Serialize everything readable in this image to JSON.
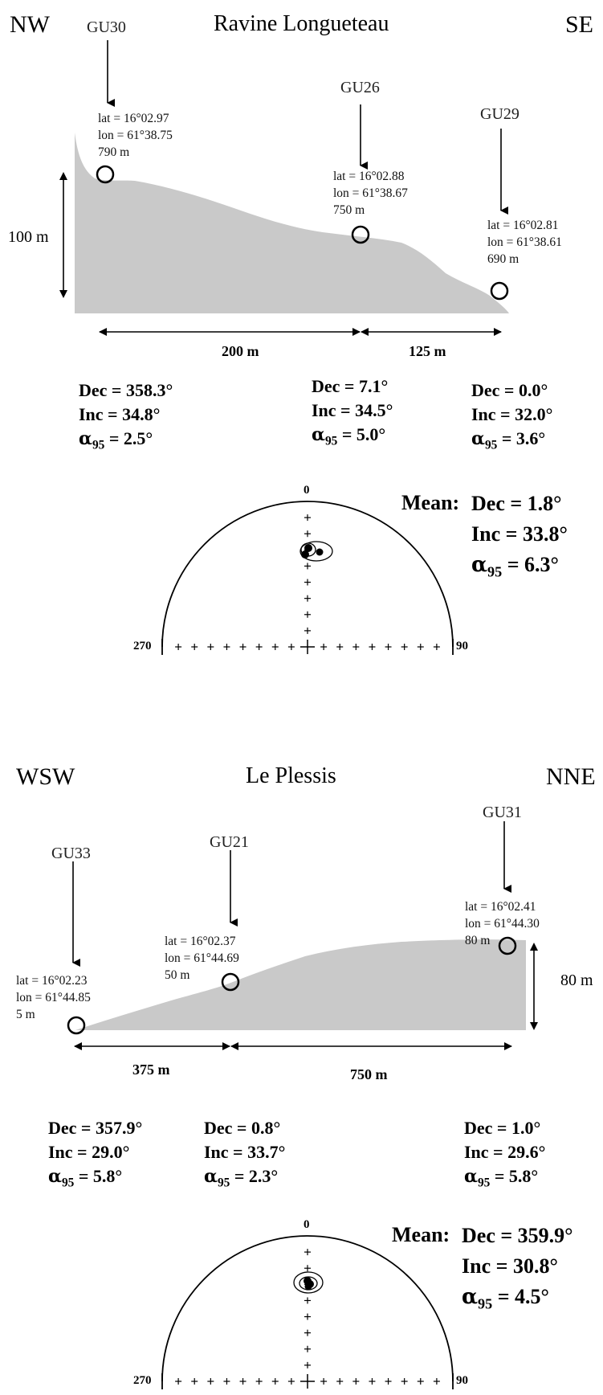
{
  "sections": [
    {
      "title": "Ravine Longueteau",
      "left_dir": "NW",
      "right_dir": "SE",
      "height_label": "100 m",
      "distances": [
        "200 m",
        "125 m"
      ],
      "sites": [
        {
          "id": "GU30",
          "lat": "lat = 16°02.97",
          "lon": "lon = 61°38.75",
          "elev": "790 m",
          "dec": "358.3°",
          "inc": "34.8°",
          "a95": "2.5°"
        },
        {
          "id": "GU26",
          "lat": "lat = 16°02.88",
          "lon": "lon = 61°38.67",
          "elev": "750 m",
          "dec": "7.1°",
          "inc": "34.5°",
          "a95": "5.0°"
        },
        {
          "id": "GU29",
          "lat": "lat = 16°02.81",
          "lon": "lon = 61°38.61",
          "elev": "690 m",
          "dec": "0.0°",
          "inc": "32.0°",
          "a95": "3.6°"
        }
      ],
      "mean": {
        "label": "Mean:",
        "dec": "1.8°",
        "inc": "33.8°",
        "a95": "6.3°"
      },
      "stereo": {
        "north": "0",
        "west": "270",
        "east": "90"
      }
    },
    {
      "title": "Le Plessis",
      "left_dir": "WSW",
      "right_dir": "NNE",
      "height_label": "80 m",
      "distances": [
        "375 m",
        "750 m"
      ],
      "sites": [
        {
          "id": "GU33",
          "lat": "lat = 16°02.23",
          "lon": "lon = 61°44.85",
          "elev": "5 m",
          "dec": "357.9°",
          "inc": "29.0°",
          "a95": "5.8°"
        },
        {
          "id": "GU21",
          "lat": "lat = 16°02.37",
          "lon": "lon = 61°44.69",
          "elev": "50 m",
          "dec": "0.8°",
          "inc": "33.7°",
          "a95": "2.3°"
        },
        {
          "id": "GU31",
          "lat": "lat = 16°02.41",
          "lon": "lon = 61°44.30",
          "elev": "80 m",
          "dec": "1.0°",
          "inc": "29.6°",
          "a95": "5.8°"
        }
      ],
      "mean": {
        "label": "Mean:",
        "dec": "359.9°",
        "inc": "30.8°",
        "a95": "4.5°"
      },
      "stereo": {
        "north": "0",
        "west": "270",
        "east": "90"
      }
    }
  ],
  "labels": {
    "dec": "Dec = ",
    "inc": "Inc = ",
    "alpha": "α",
    "alpha_sub": "95",
    "eq": " = "
  }
}
